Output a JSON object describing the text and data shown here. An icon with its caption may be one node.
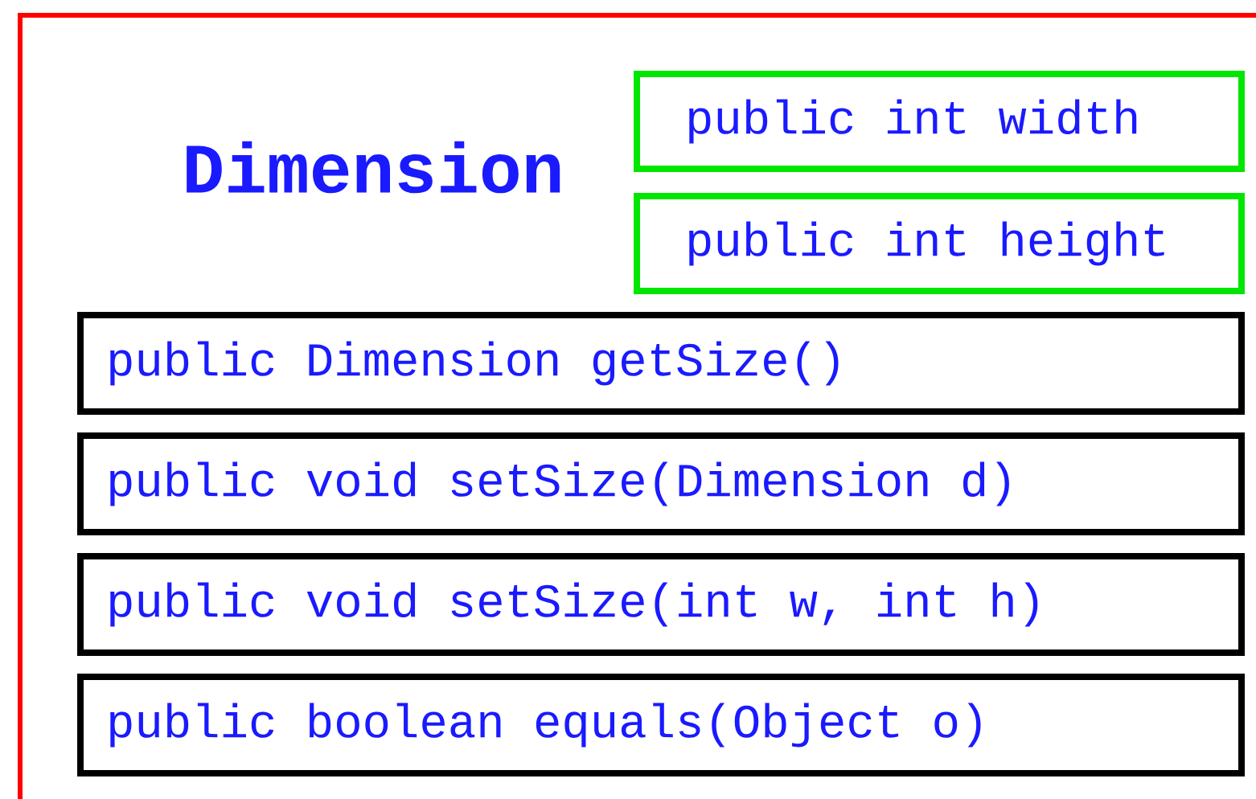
{
  "diagram": {
    "nodes": [
      {
        "text": [
          "Dimension"
        ]
      },
      {
        "text": [
          "public int width"
        ],
        "in": 0
      },
      {
        "text": [
          "public int height"
        ],
        "in": 0
      },
      {
        "text": [
          "public Dimension getSize()"
        ],
        "in": 0
      },
      {
        "text": [
          "public void setSize(Dimension d)"
        ],
        "in": 0
      },
      {
        "text": [
          "public void setSize(int w, int h)"
        ],
        "in": 0
      },
      {
        "text": [
          "public boolean equals(Object o)"
        ],
        "in": 0
      }
    ]
  }
}
